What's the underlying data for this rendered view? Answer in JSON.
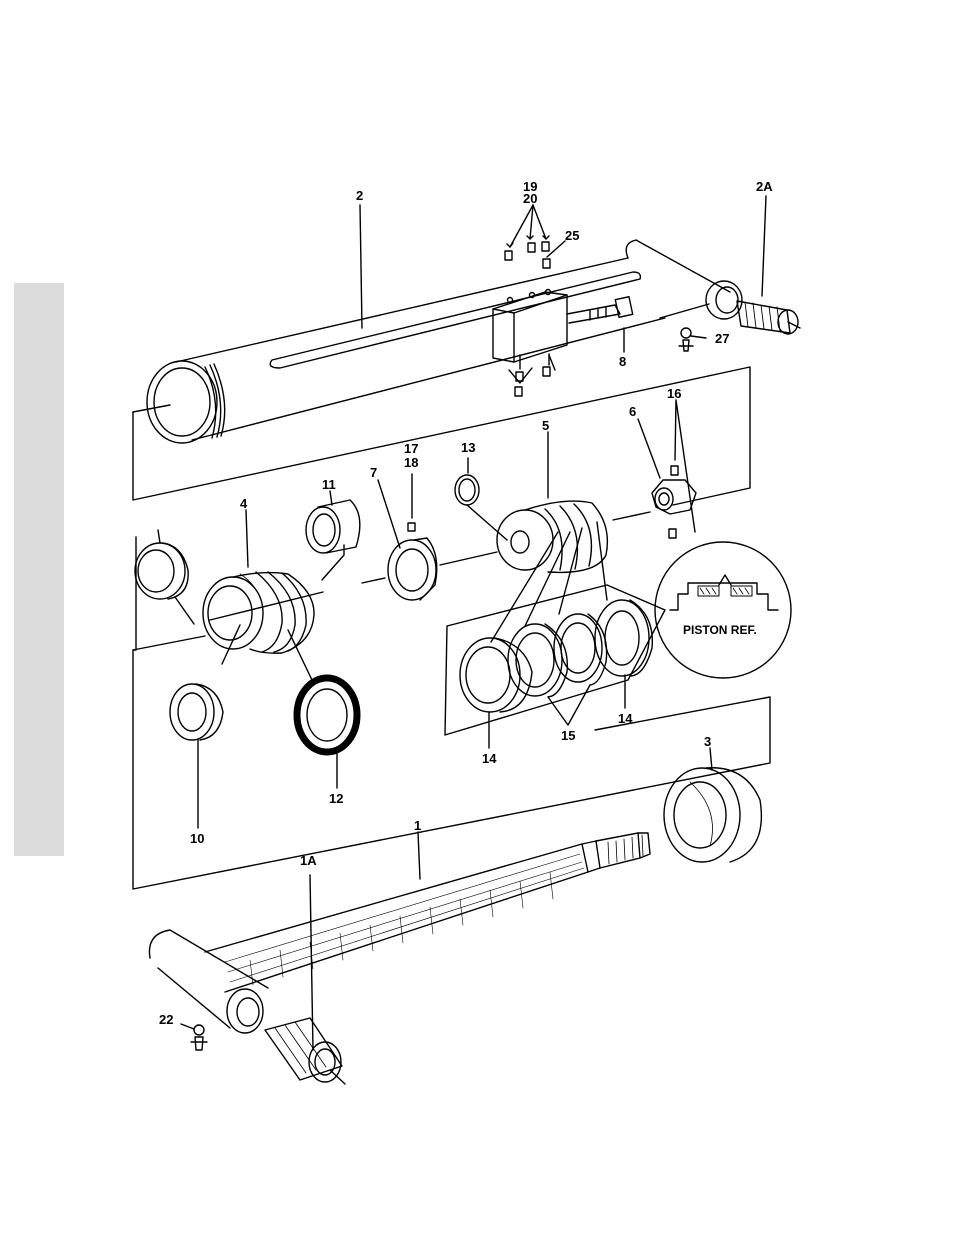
{
  "diagram": {
    "callouts": {
      "c1": "1",
      "c1A": "1A",
      "c2": "2",
      "c2A": "2A",
      "c3": "3",
      "c4": "4",
      "c5": "5",
      "c6": "6",
      "c7": "7",
      "c8": "8",
      "c10": "10",
      "c11": "11",
      "c12": "12",
      "c13": "13",
      "c14a": "14",
      "c14b": "14",
      "c15": "15",
      "c16": "16",
      "c17": "17",
      "c18": "18",
      "c19": "19",
      "c20": "20",
      "c22": "22",
      "c25": "25",
      "c27": "27"
    },
    "inset_label": "PISTON REF."
  }
}
